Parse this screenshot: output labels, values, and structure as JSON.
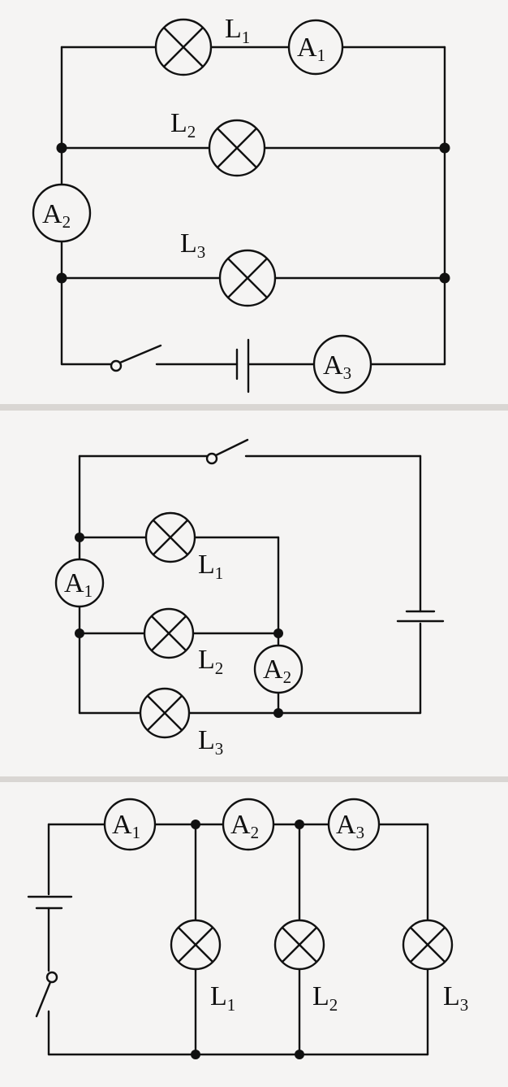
{
  "diagrams": [
    {
      "lamps": [
        {
          "letter": "L",
          "sub": "1"
        },
        {
          "letter": "L",
          "sub": "2"
        },
        {
          "letter": "L",
          "sub": "3"
        }
      ],
      "ammeters": [
        {
          "letter": "A",
          "sub": "1"
        },
        {
          "letter": "A",
          "sub": "2"
        },
        {
          "letter": "A",
          "sub": "3"
        }
      ]
    },
    {
      "lamps": [
        {
          "letter": "L",
          "sub": "1"
        },
        {
          "letter": "L",
          "sub": "2"
        },
        {
          "letter": "L",
          "sub": "3"
        }
      ],
      "ammeters": [
        {
          "letter": "A",
          "sub": "1"
        },
        {
          "letter": "A",
          "sub": "2"
        }
      ]
    },
    {
      "lamps": [
        {
          "letter": "L",
          "sub": "1"
        },
        {
          "letter": "L",
          "sub": "2"
        },
        {
          "letter": "L",
          "sub": "3"
        }
      ],
      "ammeters": [
        {
          "letter": "A",
          "sub": "1"
        },
        {
          "letter": "A",
          "sub": "2"
        },
        {
          "letter": "A",
          "sub": "3"
        }
      ]
    }
  ]
}
